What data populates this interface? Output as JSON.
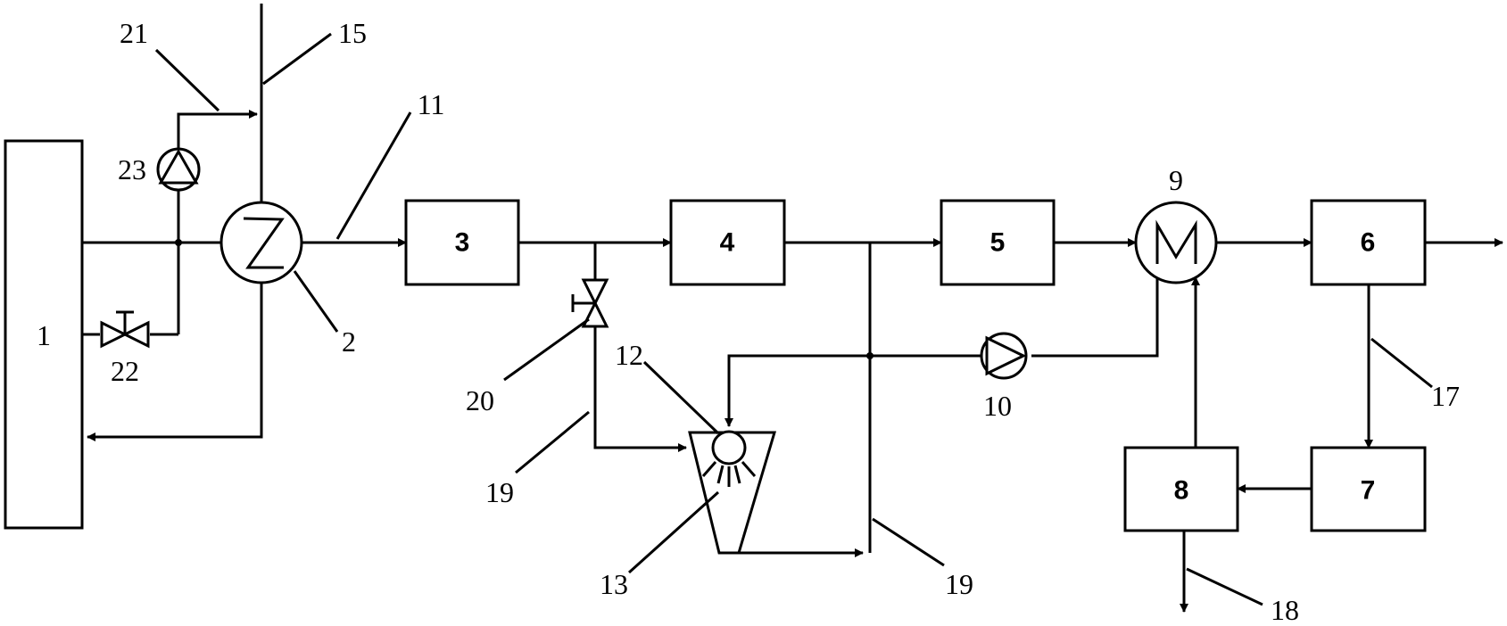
{
  "units": {
    "u1": "1",
    "u2": "2",
    "u3": "3",
    "u4": "4",
    "u5": "5",
    "u6": "6",
    "u7": "7",
    "u8": "8",
    "u9": "9",
    "u10": "10",
    "u12": "12",
    "u13": "13",
    "u20": "20",
    "u22": "22",
    "u23": "23"
  },
  "streams": {
    "s11": "11",
    "s15": "15",
    "s17": "17",
    "s18": "18",
    "s19a": "19",
    "s19b": "19",
    "s21": "21"
  }
}
